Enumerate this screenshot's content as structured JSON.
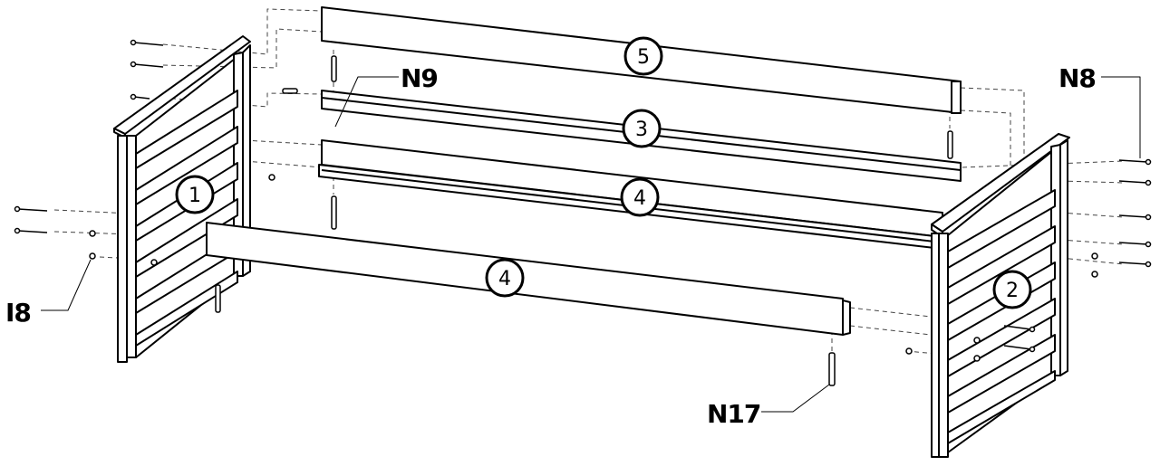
{
  "diagram": {
    "parts": {
      "p1": "1",
      "p2": "2",
      "p3": "3",
      "p4a": "4",
      "p4b": "4",
      "p5": "5"
    },
    "hardware": {
      "n8": "N8",
      "n9": "N9",
      "n17": "N17",
      "i8": "I8"
    },
    "colors": {
      "line": "#000000",
      "panel": "#ffffff",
      "dash": "#555555"
    }
  }
}
